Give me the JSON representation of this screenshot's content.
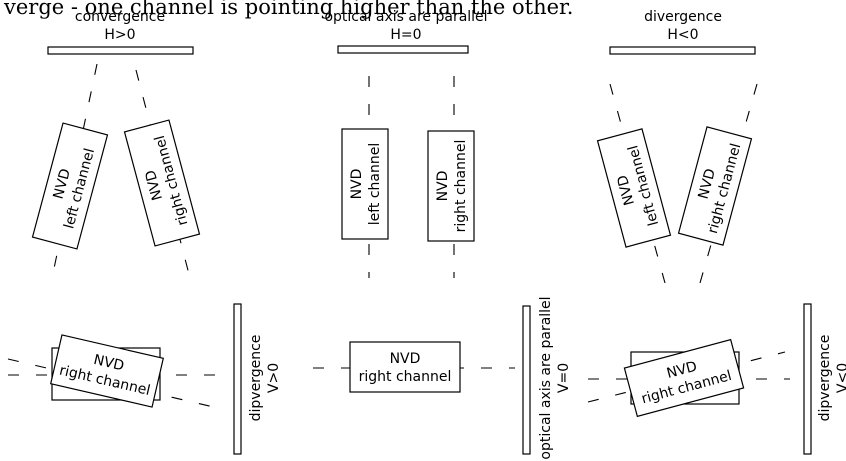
{
  "header_text": "verge - one channel is pointing higher than the other.",
  "top_row": [
    {
      "title": "convergence",
      "subtitle": "H>0",
      "left_label": [
        "NVD",
        "left channel"
      ],
      "right_label": [
        "NVD",
        "right channel"
      ]
    },
    {
      "title": "optical axis are parallel",
      "subtitle": "H=0",
      "left_label": [
        "NVD",
        "left channel"
      ],
      "right_label": [
        "NVD",
        "right channel"
      ]
    },
    {
      "title": "divergence",
      "subtitle": "H<0",
      "left_label": [
        "NVD",
        "left channel"
      ],
      "right_label": [
        "NVD",
        "right channel"
      ]
    }
  ],
  "bottom_row": [
    {
      "label": [
        "NVD",
        "right channel"
      ],
      "side_title": "dipvergence",
      "side_subtitle": "V>0"
    },
    {
      "label": [
        "NVD",
        "right channel"
      ],
      "side_title": "optical axis are parallel",
      "side_subtitle": "V=0"
    },
    {
      "label": [
        "NVD",
        "right channel"
      ],
      "side_title": "dipvergence",
      "side_subtitle": "V<0"
    }
  ]
}
